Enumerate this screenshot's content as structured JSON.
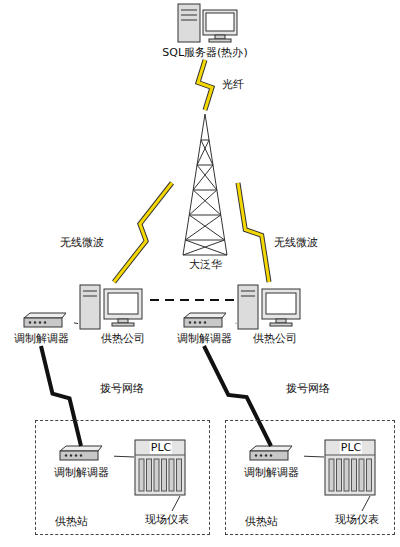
{
  "diagram": {
    "nodes": [
      {
        "text": [
          "SQL服务器(热办)"
        ]
      },
      {
        "text": [
          "大泛华"
        ]
      },
      {
        "text": [
          "调制解调器"
        ]
      },
      {
        "text": [
          "供热公司"
        ]
      },
      {
        "text": [
          "调制解调器"
        ]
      },
      {
        "text": [
          "供热公司"
        ]
      },
      {
        "text": [
          "供热站"
        ]
      },
      {
        "text": [
          "调制解调器"
        ],
        "in": 6
      },
      {
        "text": [
          "PLC"
        ],
        "in": 6
      },
      {
        "text": [
          "供热站"
        ]
      },
      {
        "text": [
          "调制解调器"
        ],
        "in": 9
      },
      {
        "text": [
          "PLC"
        ],
        "in": 9
      }
    ],
    "edges": [
      {
        "from": 0,
        "to": 1,
        "arrow": "none",
        "label": "光纤"
      },
      {
        "from": 1,
        "to": 3,
        "arrow": "none",
        "label": "无线微波"
      },
      {
        "from": 1,
        "to": 5,
        "arrow": "none",
        "label": "无线微波"
      },
      {
        "from": 3,
        "to": 5,
        "arrow": "none"
      },
      {
        "from": 2,
        "to": 3,
        "arrow": "none"
      },
      {
        "from": 4,
        "to": 5,
        "arrow": "none"
      },
      {
        "from": 2,
        "to": 7,
        "arrow": "none",
        "label": "拨号网络"
      },
      {
        "from": 4,
        "to": 10,
        "arrow": "none",
        "label": "拨号网络"
      },
      {
        "from": 7,
        "to": 8,
        "arrow": "none"
      },
      {
        "from": 10,
        "to": 11,
        "arrow": "none"
      }
    ],
    "labels": [
      "现场仪表",
      "现场仪表"
    ]
  }
}
